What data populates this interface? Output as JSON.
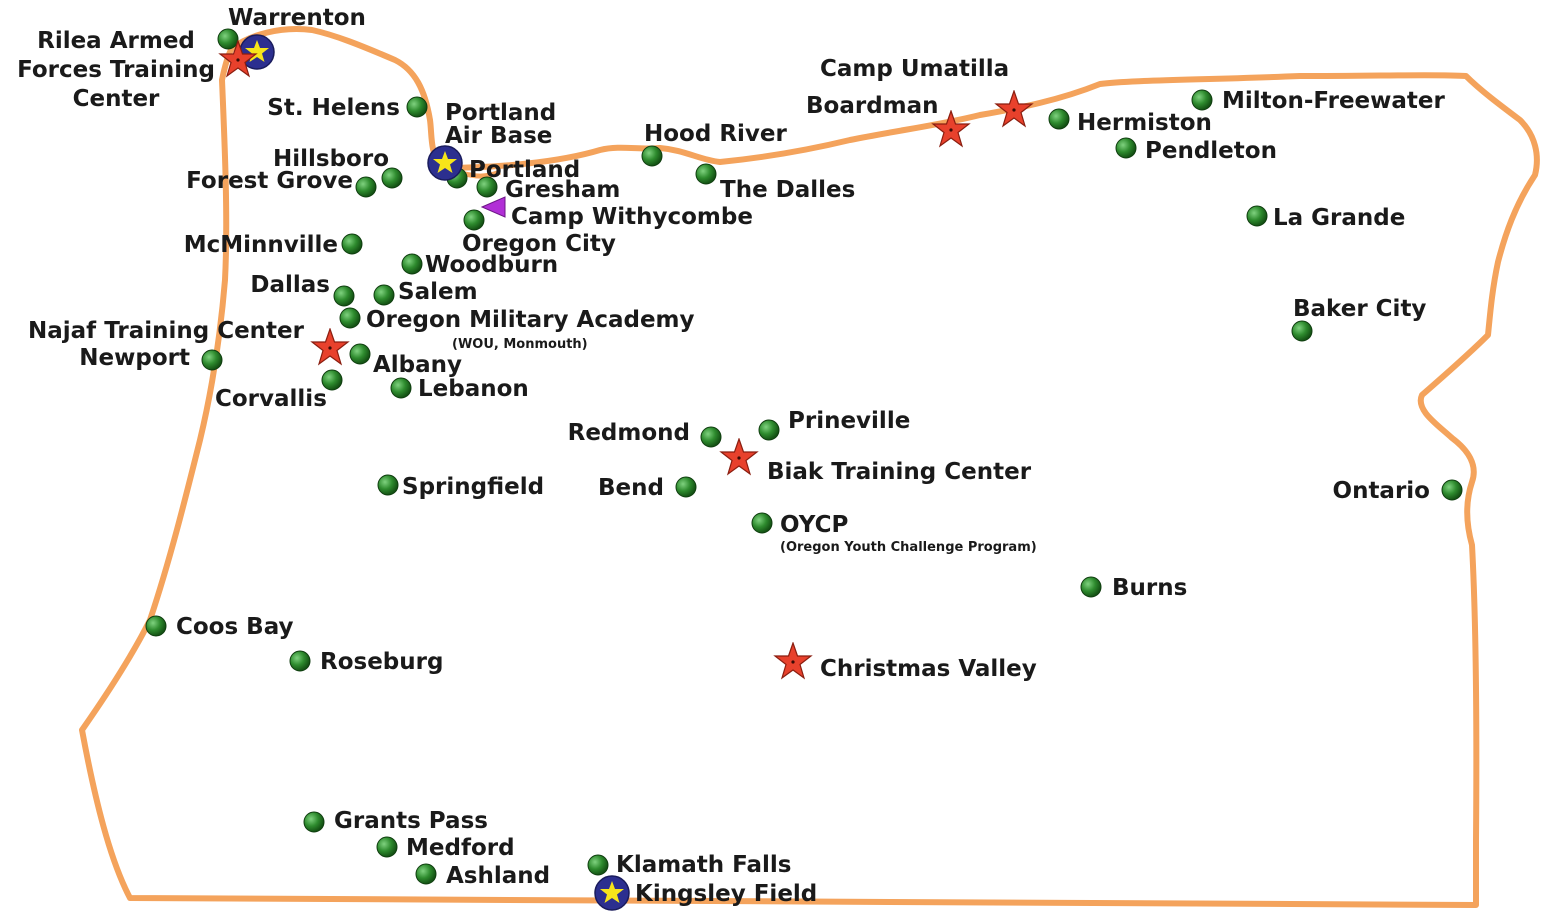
{
  "map": {
    "border_color": "#f4a35c",
    "city_marker_color": "#2e8b2e",
    "training_star_color": "#e8412c",
    "air_base_circle_color": "#2c2f8f",
    "air_base_star_color": "#f7e51a",
    "armory_marker_color": "#b12fd6"
  },
  "labels": {
    "warrenton": "Warrenton",
    "rilea_1": "Rilea Armed",
    "rilea_2": "Forces Training",
    "rilea_3": "Center",
    "st_helens": "St. Helens",
    "portland_air_1": "Portland",
    "portland_air_2": "Air Base",
    "hood_river": "Hood River",
    "camp_umatilla": "Camp Umatilla",
    "boardman": "Boardman",
    "milton_freewater": "Milton-Freewater",
    "hermiston": "Hermiston",
    "pendleton": "Pendleton",
    "hillsboro": "Hillsboro",
    "forest_grove": "Forest Grove",
    "portland": "Portland",
    "gresham": "Gresham",
    "the_dalles": "The Dalles",
    "camp_withycombe": "Camp Withycombe",
    "oregon_city": "Oregon City",
    "la_grande": "La Grande",
    "mcminnville": "McMinnville",
    "woodburn": "Woodburn",
    "dallas": "Dallas",
    "salem": "Salem",
    "oma": "Oregon Military Academy",
    "oma_sub": "(WOU, Monmouth)",
    "baker_city": "Baker City",
    "najaf": "Najaf Training Center",
    "newport": "Newport",
    "albany": "Albany",
    "lebanon": "Lebanon",
    "corvallis": "Corvallis",
    "redmond": "Redmond",
    "prineville": "Prineville",
    "biak": "Biak Training Center",
    "springfield": "Springfield",
    "bend": "Bend",
    "ontario": "Ontario",
    "oycp": "OYCP",
    "oycp_sub": "(Oregon Youth Challenge Program)",
    "burns": "Burns",
    "coos_bay": "Coos Bay",
    "roseburg": "Roseburg",
    "christmas_valley": "Christmas Valley",
    "grants_pass": "Grants Pass",
    "medford": "Medford",
    "ashland": "Ashland",
    "klamath_falls": "Klamath Falls",
    "kingsley_field": "Kingsley Field"
  }
}
